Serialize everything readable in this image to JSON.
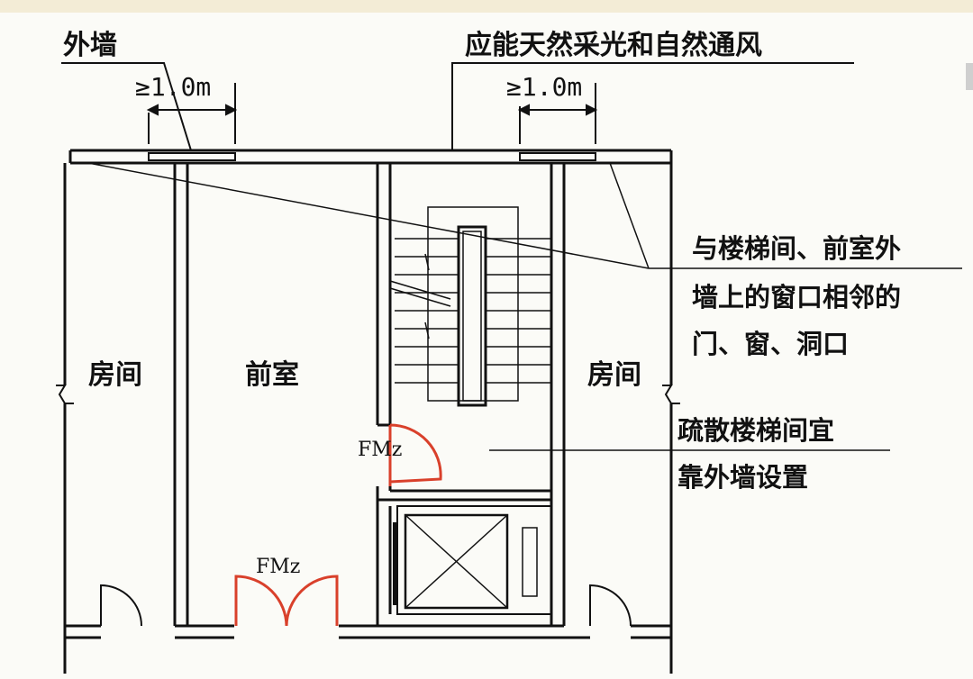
{
  "labels": {
    "outer_wall": "外墙",
    "natural_light": "应能天然采光和自然通风",
    "dim_left": "≥1.0m",
    "dim_right": "≥1.0m",
    "room_left": "房间",
    "antechamber": "前室",
    "room_right": "房间",
    "adjacent_openings_line1": "与楼梯间、前室外",
    "adjacent_openings_line2": "墙上的窗口相邻的",
    "adjacent_openings_line3": "门、窗、洞口",
    "stair_note_line1": "疏散楼梯间宜",
    "stair_note_line2": "靠外墙设置",
    "door_fm_upper": "FMz",
    "door_fm_lower": "FMz"
  },
  "colors": {
    "line": "#111111",
    "fire_door": "#d9402b",
    "background": "#fbfbf7"
  }
}
